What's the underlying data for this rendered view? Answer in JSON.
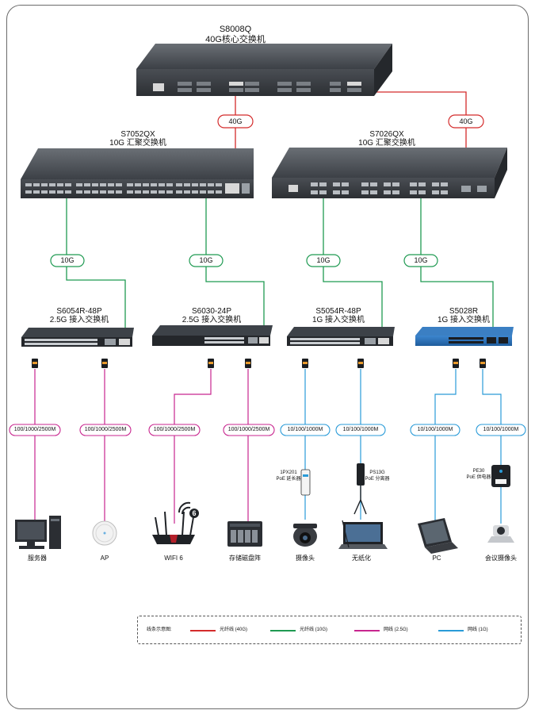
{
  "core_switch": {
    "model": "S8008Q",
    "desc": "40G核心交换机"
  },
  "agg_switches": [
    {
      "model": "S7052QX",
      "desc": "10G 汇聚交换机"
    },
    {
      "model": "S7026QX",
      "desc": "10G 汇聚交换机"
    }
  ],
  "access_switches": [
    {
      "model": "S6054R-48P",
      "desc": "2.5G 接入交换机"
    },
    {
      "model": "S6030-24P",
      "desc": "2.5G 接入交换机"
    },
    {
      "model": "S5054R-48P",
      "desc": "1G 接入交换机"
    },
    {
      "model": "S5028R",
      "desc": "1G 接入交换机"
    }
  ],
  "link_labels": {
    "core_left": "40G",
    "core_right": "40G",
    "agg": [
      "10G",
      "10G",
      "10G",
      "10G"
    ],
    "access": [
      "100/1000/2500M",
      "100/1000/2500M",
      "100/1000/2500M",
      "100/1000/2500M",
      "10/100/1000M",
      "10/100/1000M",
      "10/100/1000M",
      "10/100/1000M"
    ]
  },
  "inline_devices": {
    "extender": {
      "model": "1PX201",
      "desc": "PoE 延长器"
    },
    "splitter": {
      "model": "PS13G",
      "desc": "PoE 分离器"
    },
    "injector": {
      "model": "PE30",
      "desc": "PoE 供电器"
    }
  },
  "endpoints": [
    "服务器",
    "AP",
    "WIFI 6",
    "存储磁盘阵",
    "摄像头",
    "无纸化",
    "PC",
    "会议摄像头"
  ],
  "wifi_badge": "6",
  "legend": {
    "title": "线条示意图:",
    "items": [
      {
        "label": "光纤线 (40G)",
        "color": "#d42b2b"
      },
      {
        "label": "光纤线 (10G)",
        "color": "#1f9a52"
      },
      {
        "label": "网线 (2.5G)",
        "color": "#c8268f"
      },
      {
        "label": "网线 (1G)",
        "color": "#2a9bd8"
      }
    ]
  },
  "colors": {
    "fiber_40g": "#d42b2b",
    "fiber_10g": "#1f9a52",
    "cable_2_5g": "#c8268f",
    "cable_1g": "#2a9bd8",
    "switch_body": "#3a3f45",
    "switch_blue": "#2a6fb6"
  }
}
